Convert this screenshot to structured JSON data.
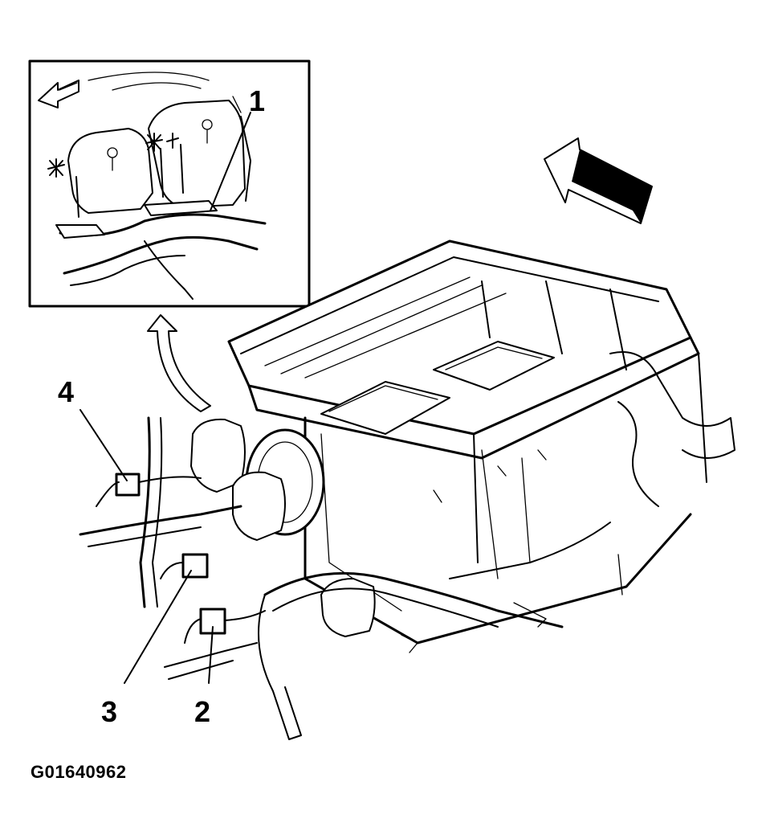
{
  "diagram": {
    "figure_id": "G01640962",
    "callouts": [
      {
        "num": "1"
      },
      {
        "num": "2"
      },
      {
        "num": "3"
      },
      {
        "num": "4"
      }
    ],
    "colors": {
      "ink": "#000000",
      "paper": "#ffffff"
    },
    "icons": [
      "front-direction-arrow-icon",
      "inset-front-arrow-icon",
      "detail-view-curved-arrow-icon"
    ]
  }
}
